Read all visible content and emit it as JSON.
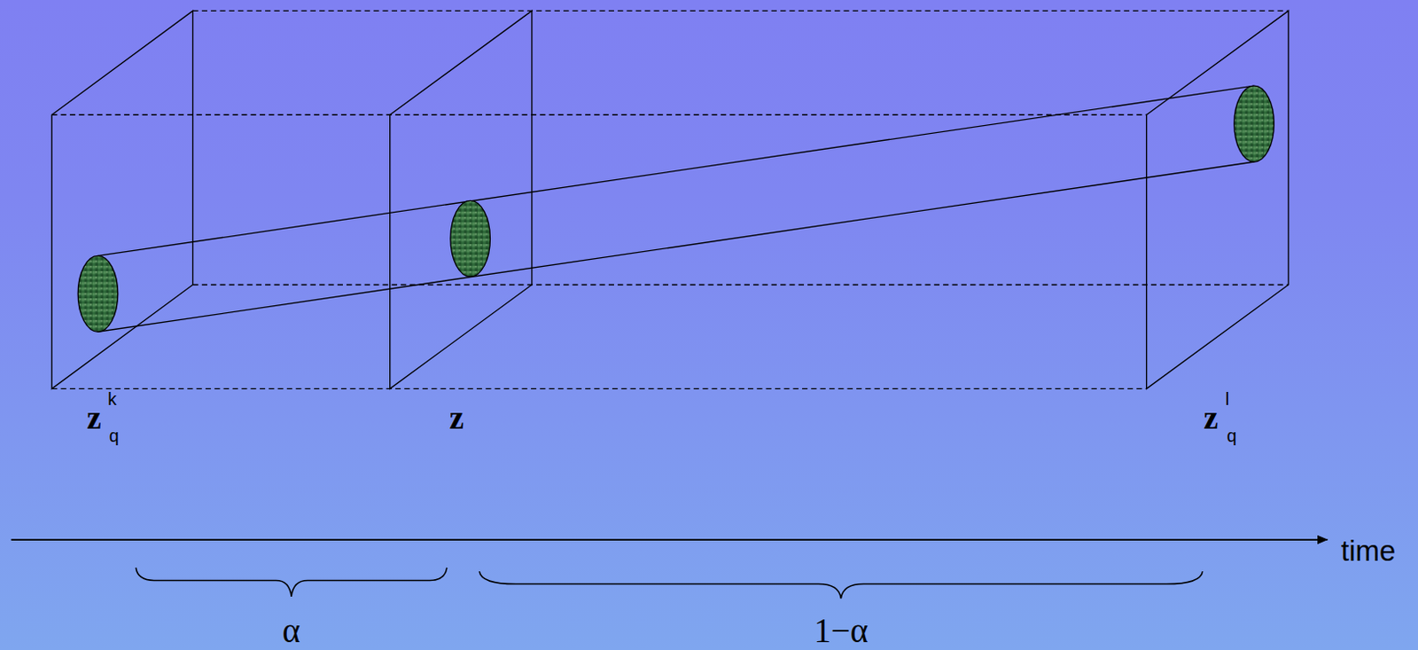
{
  "diagram": {
    "labels": [
      "z",
      "k",
      "q",
      "z",
      "z",
      "l",
      "q",
      "time",
      "α",
      "1−α"
    ]
  }
}
